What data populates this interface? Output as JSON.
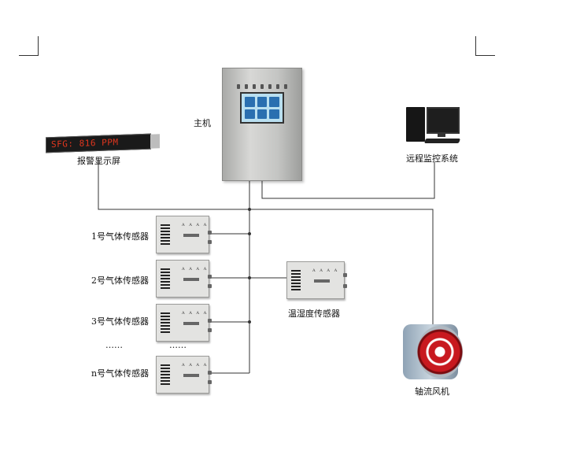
{
  "labels": {
    "main_unit": "主机",
    "alarm_display": "报警显示屏",
    "remote_monitoring": "远程监控系统",
    "sensor_1": "1号气体传感器",
    "sensor_2": "2号气体传感器",
    "sensor_3": "3号气体传感器",
    "sensor_n": "n号气体传感器",
    "ellipsis_left": "……",
    "ellipsis_mid": "……",
    "temp_humidity_sensor": "温湿度传感器",
    "axial_fan": "轴流风机"
  },
  "alarm_display_text": "SFG: 816 PPM",
  "sensor_indicator_text": "A A A A",
  "colors": {
    "alarm_text": "#e0361e",
    "fan_red": "#c8191f",
    "wire": "#333333",
    "screen": "#b9dff0"
  }
}
